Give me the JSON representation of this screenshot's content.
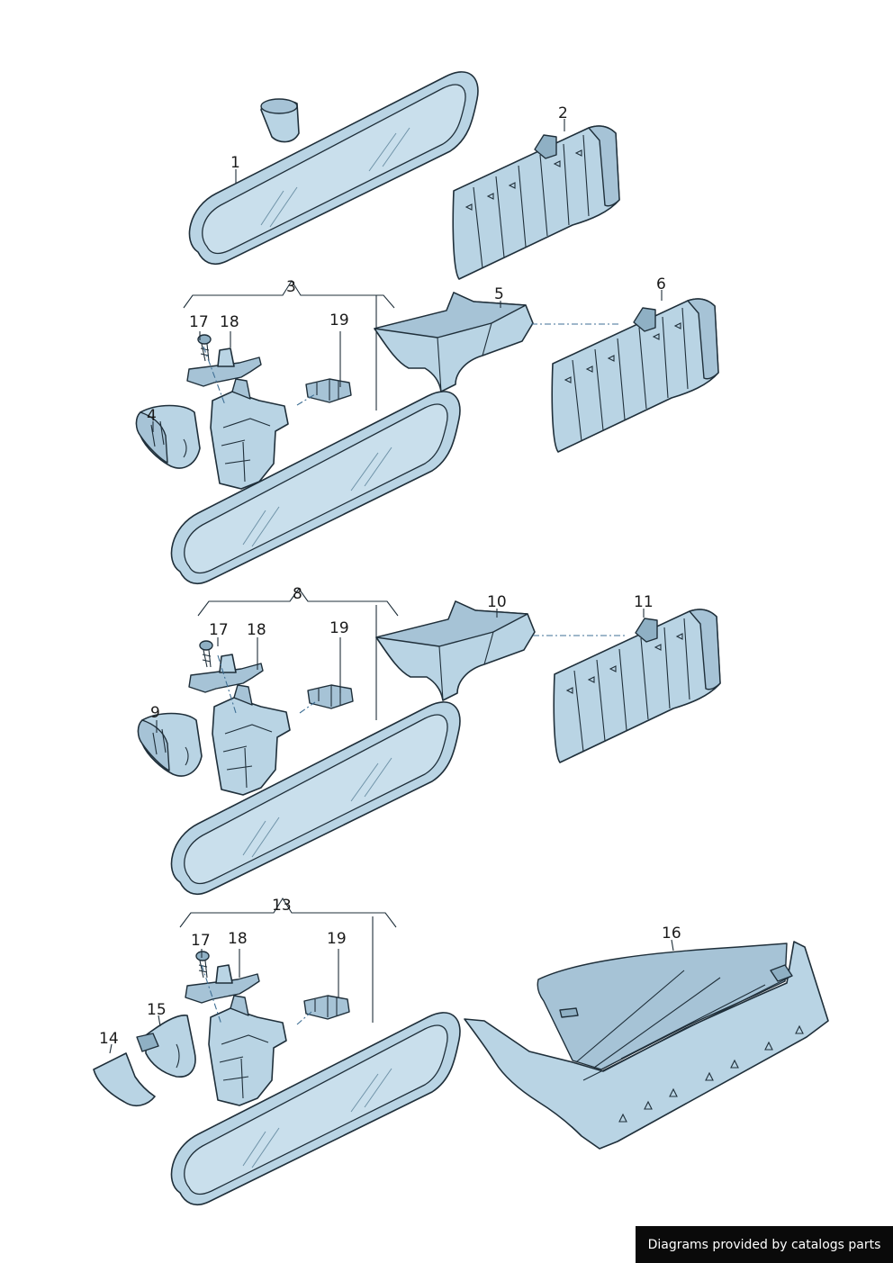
{
  "callouts": {
    "c1": "1",
    "c2": "2",
    "c3": "3",
    "c4": "4",
    "c5": "5",
    "c6": "6",
    "c8": "8",
    "c9": "9",
    "c10": "10",
    "c11": "11",
    "c13": "13",
    "c14": "14",
    "c15": "15",
    "c16": "16",
    "c17a": "17",
    "c17b": "17",
    "c17c": "17",
    "c18a": "18",
    "c18b": "18",
    "c18c": "18",
    "c19a": "19",
    "c19b": "19",
    "c19c": "19"
  },
  "credit": "Diagrams provided by catalogs parts",
  "colors": {
    "part_fill": "#b9d4e4",
    "outline": "#1f2f3a",
    "dash_line": "#3f6f94",
    "credit_bg": "#0a0a0a"
  }
}
